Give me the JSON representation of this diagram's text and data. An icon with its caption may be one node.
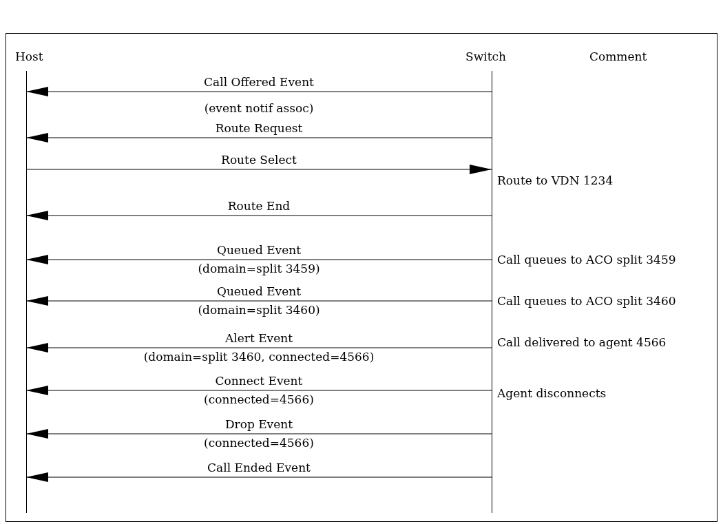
{
  "diagram": {
    "nodes": [
      {
        "text": [
          "Host"
        ]
      },
      {
        "text": [
          "Switch"
        ]
      }
    ],
    "edges": [
      {
        "from": 1,
        "to": 0,
        "arrow": "to",
        "label": "Call Offered Event"
      },
      {
        "from": 1,
        "to": 0,
        "arrow": "to",
        "label": "Route Request"
      },
      {
        "from": 0,
        "to": 1,
        "arrow": "to",
        "label": "Route Select"
      },
      {
        "from": 1,
        "to": 0,
        "arrow": "to",
        "label": "Route End"
      },
      {
        "from": 1,
        "to": 0,
        "arrow": "to",
        "label": "Queued Event"
      },
      {
        "from": 1,
        "to": 0,
        "arrow": "to",
        "label": "Queued Event"
      },
      {
        "from": 1,
        "to": 0,
        "arrow": "to",
        "label": "Alert Event"
      },
      {
        "from": 1,
        "to": 0,
        "arrow": "to",
        "label": "Connect Event"
      },
      {
        "from": 1,
        "to": 0,
        "arrow": "to",
        "label": "Drop Event"
      },
      {
        "from": 1,
        "to": 0,
        "arrow": "to",
        "label": "Call Ended Event"
      }
    ],
    "labels": [
      "Comment",
      "(event notif assoc)",
      "Route to VDN 1234",
      "Call queues to ACO split 3459",
      "(domain=split 3459)",
      "Call queues to ACO split 3460",
      "(domain=split 3460)",
      "Call delivered to agent 4566",
      "(domain=split 3460, connected=4566)",
      "(connected=4566)",
      "Agent disconnects",
      "(connected=4566)"
    ]
  }
}
